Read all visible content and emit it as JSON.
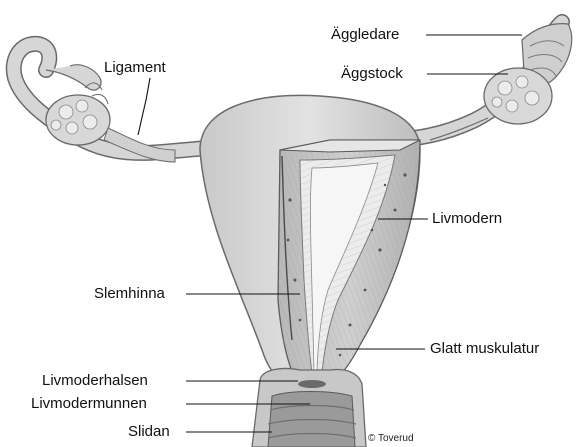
{
  "labels": {
    "aggledare": "Äggledare",
    "aggstock": "Äggstock",
    "ligament": "Ligament",
    "livmodern": "Livmodern",
    "slemhinna": "Slemhinna",
    "glatt_muskulatur": "Glatt muskulatur",
    "livmoderhalsen": "Livmoderhalsen",
    "livmodermunnen": "Livmodermunnen",
    "slidan": "Slidan"
  },
  "credit": "© Toverud",
  "colors": {
    "tissue": "#d6d6d6",
    "tissue_shadow": "#a9a9a9",
    "outline": "#6a6a6a",
    "muscle": "#c4c4c4",
    "lining": "#ececec",
    "leader_line": "#111111"
  }
}
